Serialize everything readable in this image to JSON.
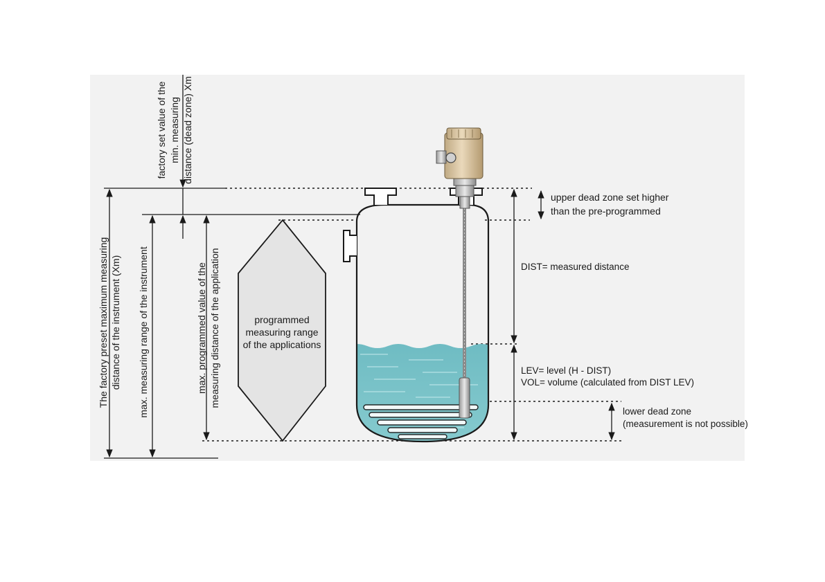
{
  "labels": {
    "factory_min_1": "factory set value of the",
    "factory_min_2": "min. measuring",
    "factory_min_3": "distance (dead zone) Xm",
    "factory_max_1": "The factory preset maximum measuring",
    "factory_max_2": "distance of the instrument (Xm)",
    "max_range": "max. measuring range of the instrument",
    "max_prog_1": "max. programmed value of the",
    "max_prog_2": "measuring distance of the application",
    "prog_range_1": "programmed",
    "prog_range_2": "measuring range",
    "prog_range_3": "of the applications",
    "upper_dead_1": "upper dead zone set higher",
    "upper_dead_2": "than the pre-programmed",
    "dist": "DIST= measured distance",
    "lev": "LEV= level (H - DIST)",
    "vol": "VOL= volume (calculated from DIST      LEV)",
    "lower_dead_1": "lower dead zone",
    "lower_dead_2": "(measurement is not possible)"
  },
  "colors": {
    "background_panel": "#f2f2f2",
    "liquid": "#7fc4c9",
    "liquid_light": "#a9dcdf",
    "hexagon": "#e4e4e4",
    "sensor_head": "#d9c6a6",
    "line": "#1a1a1a"
  }
}
